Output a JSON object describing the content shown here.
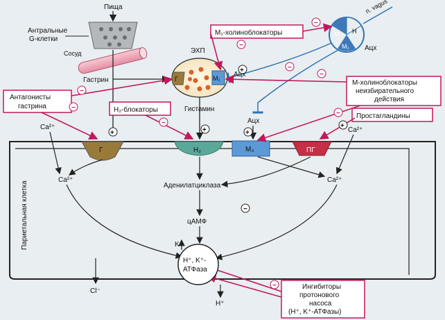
{
  "labels": {
    "food": "Пища",
    "g_cells_1": "Антральные",
    "g_cells_2": "G-клетки",
    "vessel": "Сосуд",
    "gastrin": "Гастрин",
    "ecl": "ЭХП",
    "histamine": "Гистамин",
    "ach_top": "Ацх",
    "ach_mid": "Ацх",
    "ach_right": "Ацх",
    "vagus": "n. vagus",
    "ca_left": "Ca²⁺",
    "ca_left_in": "Ca²⁺",
    "ca_right": "Ca²⁺",
    "ca_right_in": "Ca²⁺",
    "adenylate": "Аденилатциклаза",
    "camp": "цАМФ",
    "k_plus": "K⁺",
    "pump_1": "H⁺, K⁺-",
    "pump_2": "АТФаза",
    "h_plus": "H⁺",
    "cl_minus": "Cl⁻",
    "parietal_cell": "Париетальная клетка"
  },
  "receptors": {
    "g": "Г",
    "h2": "H₂",
    "m3": "M₃",
    "pg": "ПГ",
    "ecl_g": "Г",
    "ecl_m1": "M₁",
    "vagus_m": "M",
    "vagus_h": "H",
    "vagus_m1": "M₁"
  },
  "boxes": {
    "m1_blockers": "M₁-холиноблокаторы",
    "gastrin_antag_1": "Антагонисты",
    "gastrin_antag_2": "гастрина",
    "h2_blockers": "H₂-блокаторы",
    "m_blockers_1": "М-холиноблокаторы",
    "m_blockers_2": "неизбирательного",
    "m_blockers_3": "действия",
    "prostaglandins": "Простагландины",
    "ppi_1": "Ингибиторы",
    "ppi_2": "протонового",
    "ppi_3": "насоса",
    "ppi_4": "(H⁺, K⁺-АТФазы)"
  },
  "signs": {
    "plus": "+",
    "minus": "−"
  },
  "colors": {
    "background": "#e8eef1",
    "cell_outline": "#222222",
    "pink": "#c2185b",
    "blue_line": "#2d73b5",
    "receptor_g": "#9a7a3a",
    "receptor_h2": "#5ba89a",
    "receptor_m3": "#5b9ad6",
    "receptor_pg": "#c62f46",
    "granule": "#d8622a"
  }
}
